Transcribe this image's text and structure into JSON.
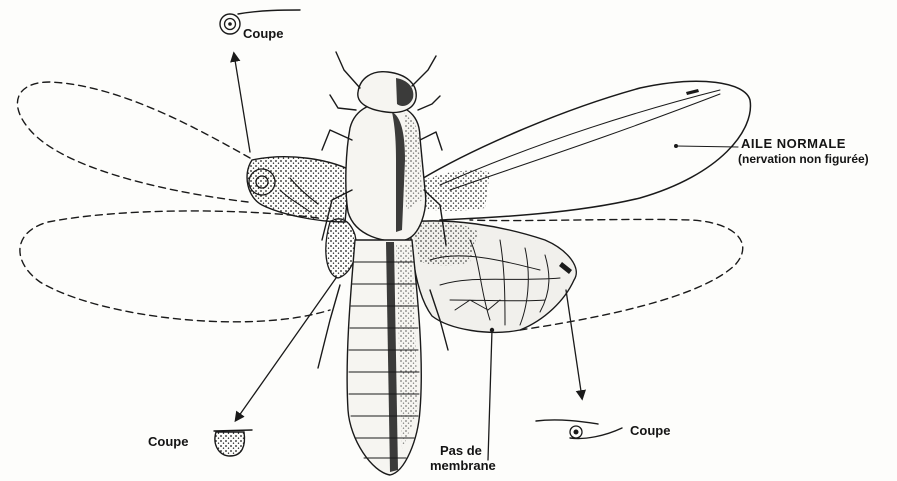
{
  "labels": {
    "coupe_top": "Coupe",
    "coupe_left": "Coupe",
    "coupe_right": "Coupe",
    "aile_normale": "AILE NORMALE",
    "nervation": "(nervation non figurée)",
    "pas_de_line1": "Pas de",
    "pas_de_line2": "membrane"
  },
  "colors": {
    "ink": "#1a1a1a",
    "background": "#fdfdfb"
  }
}
